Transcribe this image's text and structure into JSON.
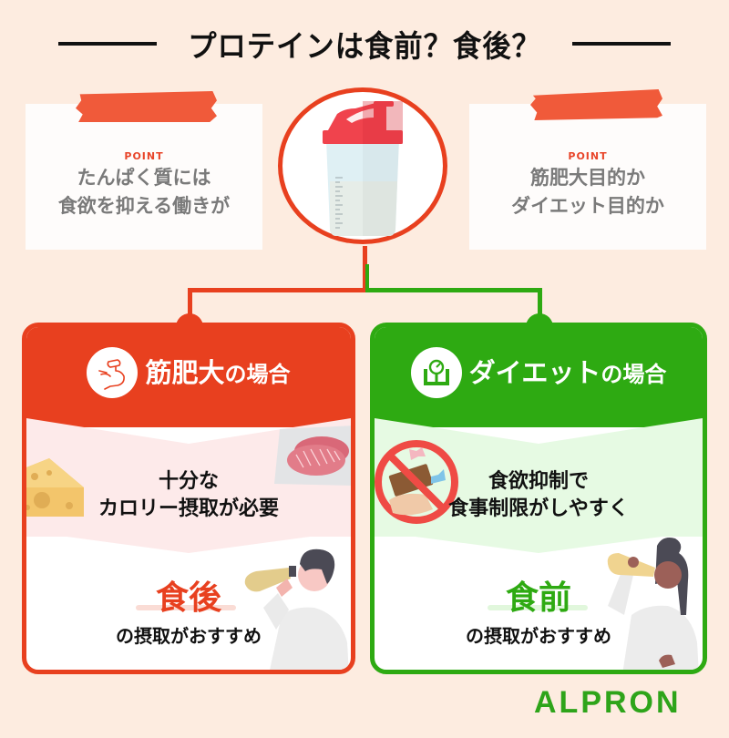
{
  "title": {
    "text": "プロテインは食前？食後？"
  },
  "points": [
    {
      "label": "POINT",
      "lines": [
        "たんぱく質には",
        "食欲を抑える働きが"
      ]
    },
    {
      "label": "POINT",
      "lines": [
        "筋肥大目的か",
        "ダイエット目的か"
      ]
    }
  ],
  "center_image": {
    "icon": "protein-shaker-icon"
  },
  "panels": {
    "muscle": {
      "icon": "flexed-bicep-icon",
      "heading_main": "筋肥大",
      "heading_suffix": "の場合",
      "reason_lines": [
        "十分な",
        "カロリー摂取が必要"
      ],
      "timing": "食後",
      "recommend": "の摂取がおすすめ",
      "accent_color": "#e8401f",
      "illustrations": [
        "cheese-icon",
        "meat-steak-icon",
        "man-drinking-icon"
      ]
    },
    "diet": {
      "icon": "weight-scale-icon",
      "heading_main": "ダイエット",
      "heading_suffix": "の場合",
      "reason_lines": [
        "食欲抑制で",
        "食事制限がしやすく"
      ],
      "timing": "食前",
      "recommend": "の摂取がおすすめ",
      "accent_color": "#2eaa12",
      "illustrations": [
        "no-snacks-icon",
        "woman-drinking-icon"
      ]
    }
  },
  "brand": {
    "logo_text": "ALPRON",
    "color": "#2ea41a"
  }
}
